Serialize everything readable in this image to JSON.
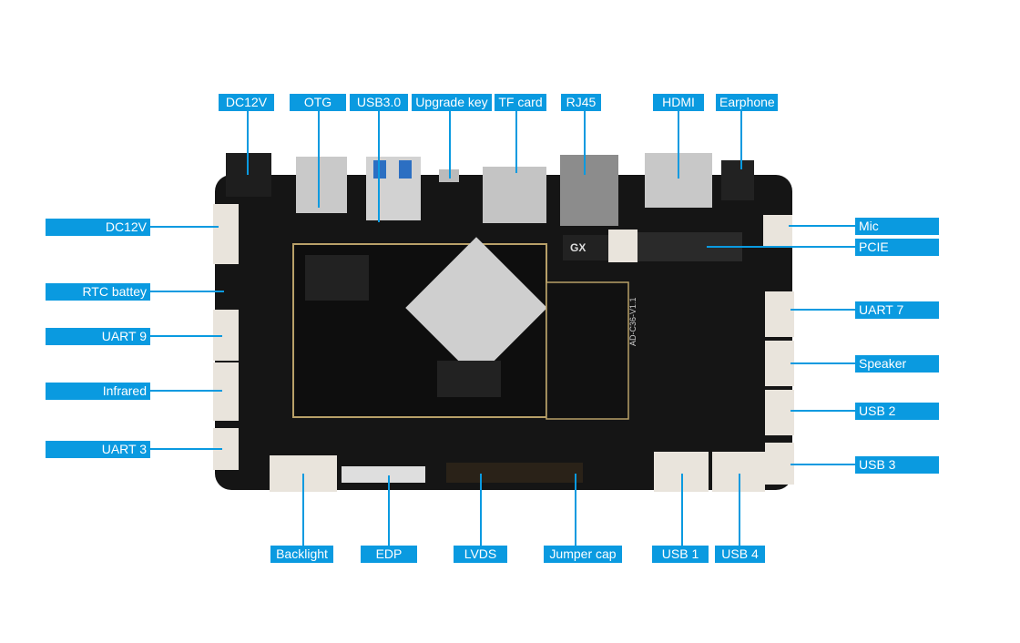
{
  "accent_color": "#0a9ae0",
  "labels": {
    "top": [
      "DC12V",
      "OTG",
      "USB3.0",
      "Upgrade key",
      "TF card",
      "RJ45",
      "HDMI",
      "Earphone"
    ],
    "left": [
      "DC12V",
      "RTC battey",
      "UART 9",
      "Infrared",
      "UART 3"
    ],
    "right": [
      "Mic",
      "PCIE",
      "UART 7",
      "Speaker",
      "USB 2",
      "USB 3"
    ],
    "bottom": [
      "Backlight",
      "EDP",
      "LVDS",
      "Jumper cap",
      "USB 1",
      "USB 4"
    ]
  },
  "board_markings": {
    "chip": "GX",
    "model": "AD-C36-V1.1"
  }
}
